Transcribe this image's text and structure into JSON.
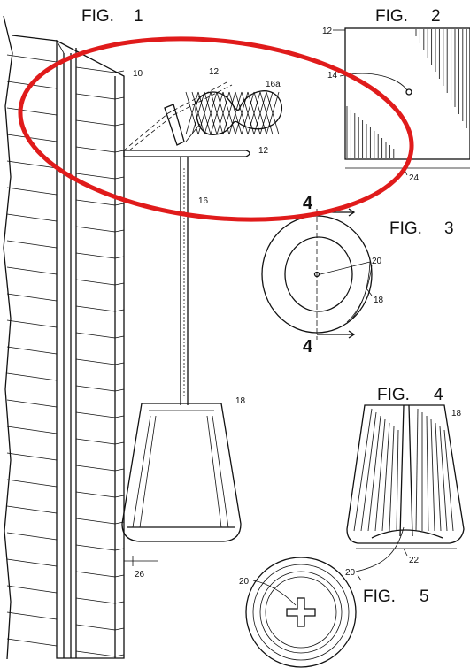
{
  "figures": {
    "fig1": {
      "title": "FIG.",
      "number": "1"
    },
    "fig2": {
      "title": "FIG.",
      "number": "2"
    },
    "fig3": {
      "title": "FIG.",
      "number": "3"
    },
    "fig4": {
      "title": "FIG.",
      "number": "4"
    },
    "fig5": {
      "title": "FIG.",
      "number": "5"
    }
  },
  "reference_numerals": {
    "wall": "10",
    "bracket": "12",
    "bracket_lower": "12",
    "bracket_fig2": "12",
    "cord": "16",
    "bait_net": "16a",
    "cup": "18",
    "cup_fig3": "18",
    "cup_fig4": "18",
    "hole": "20",
    "hole_fig4": "20",
    "hole_fig5": "20",
    "eye": "14",
    "fig2_width": "24",
    "fig4_width": "22",
    "gap": "26"
  },
  "section_marks": {
    "top": "4",
    "bottom": "4"
  },
  "annotation": {
    "shape": "ellipse",
    "color": "#e01b1b"
  }
}
